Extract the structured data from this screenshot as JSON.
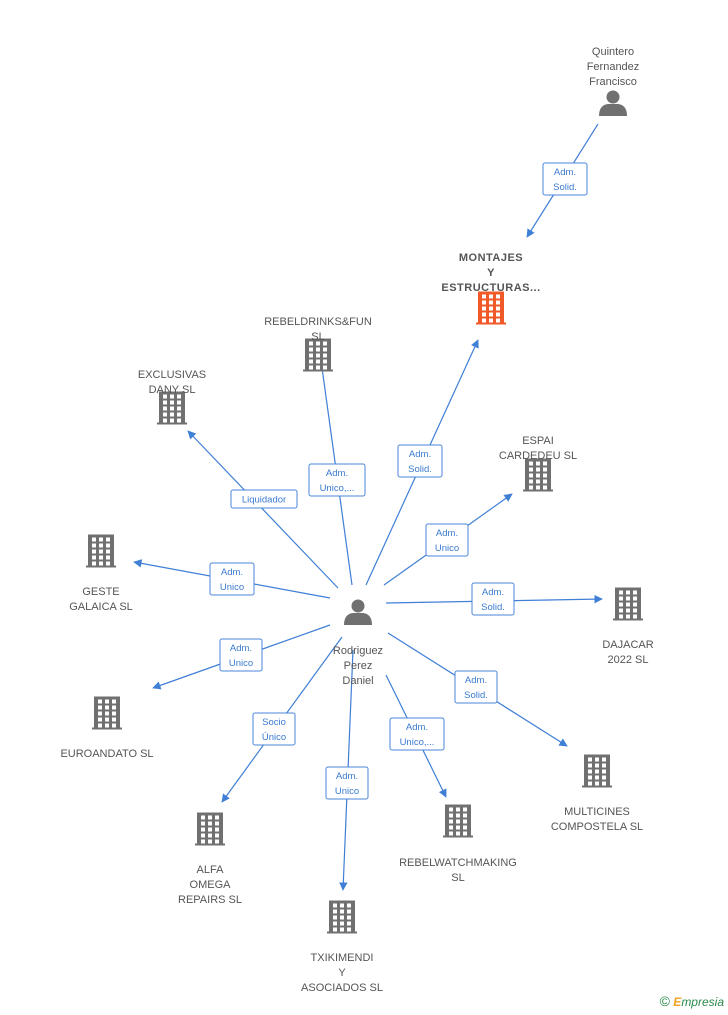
{
  "nodes": [
    {
      "id": "quintero",
      "type": "person",
      "lines": [
        "Quintero",
        "Fernandez",
        "Francisco"
      ]
    },
    {
      "id": "montajes",
      "type": "company",
      "highlight": true,
      "lines": [
        "MONTAJES",
        "Y",
        "ESTRUCTURAS..."
      ]
    },
    {
      "id": "rebeldrinks",
      "type": "company",
      "lines": [
        "REBELDRINKS&FUN",
        "SL"
      ]
    },
    {
      "id": "exclusivas",
      "type": "company",
      "lines": [
        "EXCLUSIVAS",
        "DANY SL"
      ]
    },
    {
      "id": "espai",
      "type": "company",
      "lines": [
        "ESPAI",
        "CARDEDEU  SL"
      ]
    },
    {
      "id": "geste",
      "type": "company",
      "lines": [
        "GESTE",
        "GALAICA  SL"
      ]
    },
    {
      "id": "rodriguez",
      "type": "person",
      "lines": [
        "Rodriguez",
        "Perez",
        "Daniel"
      ]
    },
    {
      "id": "dajacar",
      "type": "company",
      "lines": [
        "DAJACAR",
        "2022  SL"
      ]
    },
    {
      "id": "euroandato",
      "type": "company",
      "lines": [
        "EUROANDATO SL"
      ]
    },
    {
      "id": "multicines",
      "type": "company",
      "lines": [
        "MULTICINES",
        "COMPOSTELA SL"
      ]
    },
    {
      "id": "alfa",
      "type": "company",
      "lines": [
        "ALFA",
        "OMEGA",
        "REPAIRS  SL"
      ]
    },
    {
      "id": "rebelwatch",
      "type": "company",
      "lines": [
        "REBELWATCHMAKING",
        "SL"
      ]
    },
    {
      "id": "txikimendi",
      "type": "company",
      "lines": [
        "TXIKIMENDI",
        "Y",
        "ASOCIADOS SL"
      ]
    }
  ],
  "edges": [
    {
      "from": "quintero",
      "to": "montajes",
      "lines": [
        "Adm.",
        "Solid."
      ]
    },
    {
      "from": "rodriguez",
      "to": "montajes",
      "lines": [
        "Adm.",
        "Solid."
      ]
    },
    {
      "from": "rodriguez",
      "to": "rebeldrinks",
      "lines": [
        "Adm.",
        "Unico,..."
      ]
    },
    {
      "from": "rodriguez",
      "to": "exclusivas",
      "lines": [
        "Liquidador"
      ]
    },
    {
      "from": "rodriguez",
      "to": "espai",
      "lines": [
        "Adm.",
        "Unico"
      ]
    },
    {
      "from": "rodriguez",
      "to": "geste",
      "lines": [
        "Adm.",
        "Unico"
      ]
    },
    {
      "from": "rodriguez",
      "to": "dajacar",
      "lines": [
        "Adm.",
        "Solid."
      ]
    },
    {
      "from": "rodriguez",
      "to": "euroandato",
      "lines": [
        "Adm.",
        "Unico"
      ]
    },
    {
      "from": "rodriguez",
      "to": "multicines",
      "lines": [
        "Adm.",
        "Solid."
      ]
    },
    {
      "from": "rodriguez",
      "to": "alfa",
      "lines": [
        "Socio",
        "Único"
      ]
    },
    {
      "from": "rodriguez",
      "to": "rebelwatch",
      "lines": [
        "Adm.",
        "Unico,..."
      ]
    },
    {
      "from": "rodriguez",
      "to": "txikimendi",
      "lines": [
        "Adm.",
        "Unico"
      ]
    }
  ],
  "colors": {
    "edge": "#3f7fd6",
    "icon": "#707070",
    "highlight_icon": "#f05a28",
    "label": "#555555"
  },
  "footer": {
    "copyright_symbol": "©",
    "brand_first": "E",
    "brand_rest": "mpresia"
  }
}
